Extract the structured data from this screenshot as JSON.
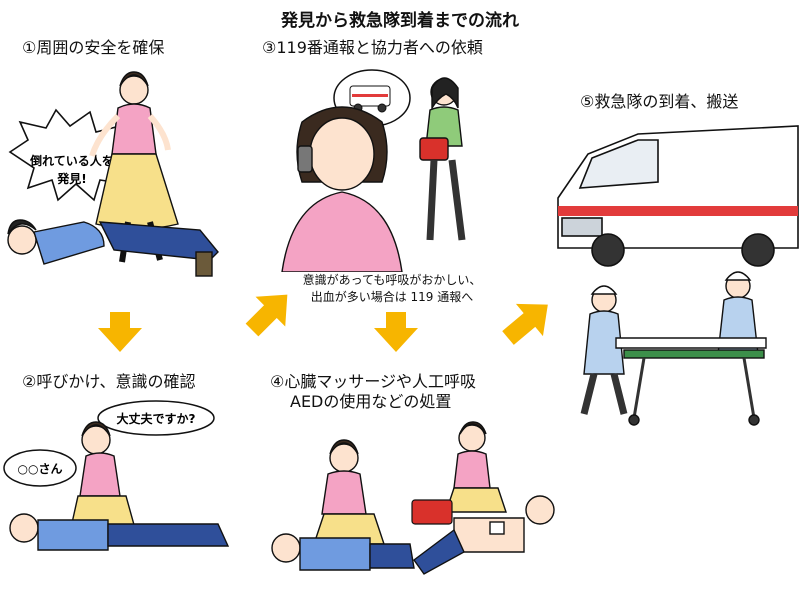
{
  "title": "発見から救急隊到着までの流れ",
  "steps": [
    {
      "label": "①周囲の安全を確保"
    },
    {
      "label": "②呼びかけ、意識の確認"
    },
    {
      "label": "③119番通報と協力者への依頼"
    },
    {
      "label": "④心臓マッサージや人工呼吸",
      "label2": "AEDの使用などの処置"
    },
    {
      "label": "⑤救急隊の到着、搬送"
    }
  ],
  "bubbles": {
    "found": [
      "倒れている人を",
      "発見!"
    ],
    "name_call": "○○さん",
    "are_you_ok": "大丈夫ですか?"
  },
  "note": [
    "意識があっても呼吸がおかしい、",
    "出血が多い場合は 119 通報へ"
  ],
  "colors": {
    "arrow": "#f7b500",
    "pink_top": "#f4a3c4",
    "skirt": "#f7e08a",
    "blue_shirt": "#6f9be0",
    "jeans": "#2f4f9a",
    "green_top": "#8fcb7a",
    "aed_red": "#d9312b",
    "ambulance_stripe": "#e23b3b",
    "uniform": "#b8d2ee"
  }
}
